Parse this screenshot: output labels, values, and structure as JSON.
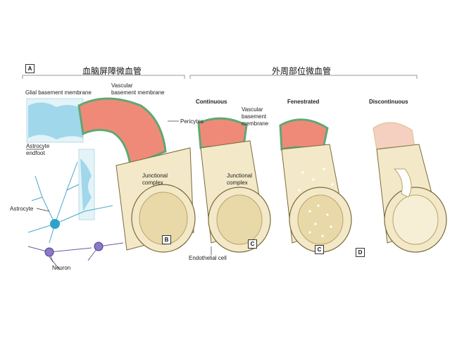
{
  "panel_label": "A",
  "headers": {
    "bbb": "血脑屏障微血管",
    "peripheral": "外周部位微血管"
  },
  "types": {
    "continuous": "Continuous",
    "fenestrated": "Fenestrated",
    "discontinuous": "Discontinuous"
  },
  "labels": {
    "glial_bm": "Glial basement membrane",
    "vascular_bm_1": "Vascular",
    "vascular_bm_2": "basement membrane",
    "pericytes": "Pericytes",
    "vbm2_1": "Vascular",
    "vbm2_2": "basement",
    "vbm2_3": "membrane",
    "astro_endfoot_1": "Astrocyte",
    "astro_endfoot_2": "endfoot",
    "junctional_1a": "Junctional",
    "junctional_1b": "complex",
    "junctional_2a": "Junctional",
    "junctional_2b": "complex",
    "astrocyte": "Astrocyte",
    "neuron": "Neuron",
    "endothelial": "Endothelial cell"
  },
  "callouts": {
    "b": "B",
    "c1": "C",
    "c2": "C",
    "d": "D"
  },
  "colors": {
    "tube": "#f3e9c8",
    "tube_dark": "#d8c690",
    "pink": "#f08a78",
    "green": "#5fa873",
    "blue": "#8fd0e6",
    "outline": "#7a6a3a"
  }
}
